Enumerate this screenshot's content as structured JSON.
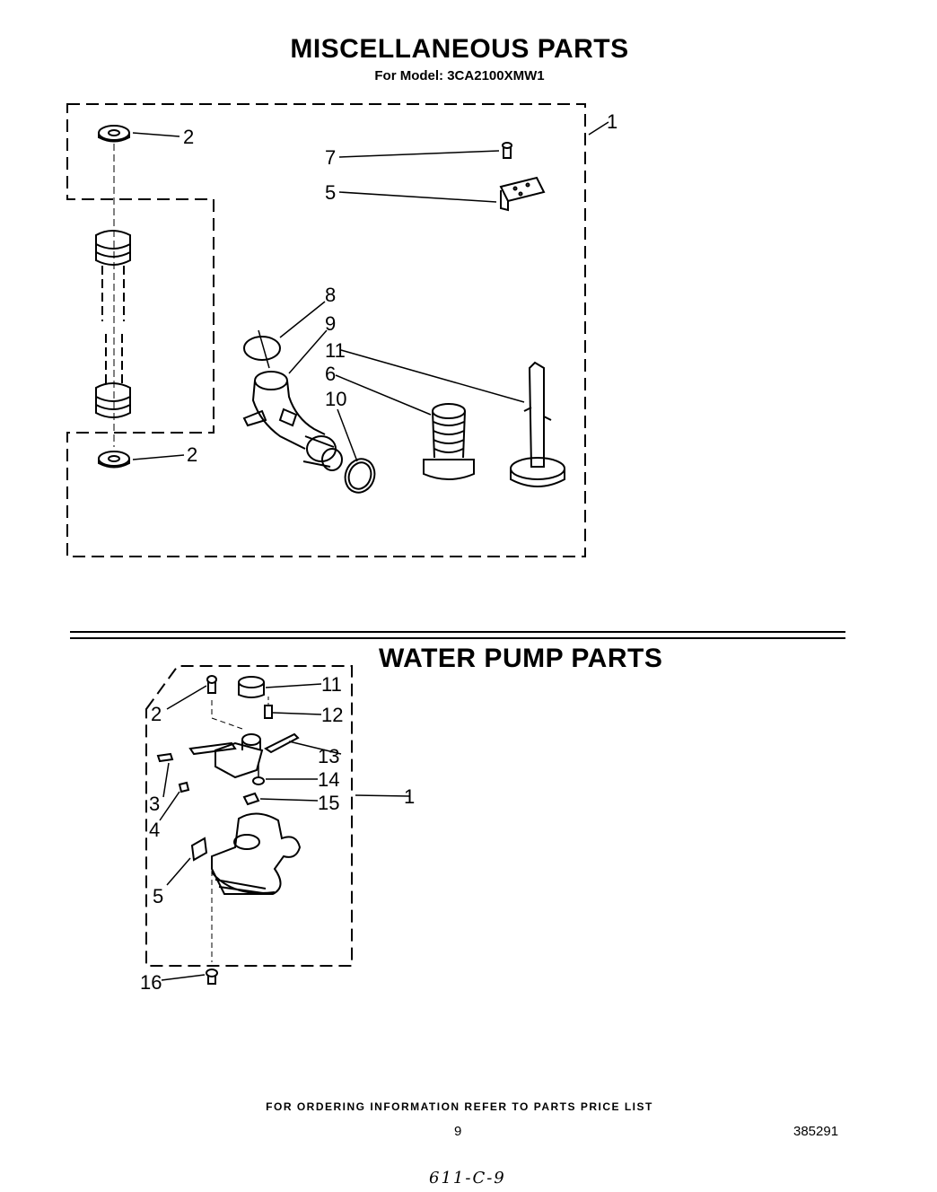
{
  "header": {
    "title": "MISCELLANEOUS PARTS",
    "subtitle": "For Model: 3CA2100XMW1"
  },
  "misc_parts": {
    "callouts": [
      "1",
      "2",
      "2",
      "5",
      "6",
      "7",
      "8",
      "9",
      "10",
      "11"
    ]
  },
  "water_pump": {
    "title": "WATER PUMP PARTS",
    "callouts": [
      "1",
      "2",
      "3",
      "4",
      "5",
      "11",
      "12",
      "13",
      "14",
      "15",
      "16"
    ]
  },
  "footer": {
    "ordering_note": "FOR ORDERING INFORMATION REFER TO PARTS PRICE LIST",
    "page_number": "9",
    "document_number": "385291",
    "handwritten_note": "611-C-9"
  }
}
